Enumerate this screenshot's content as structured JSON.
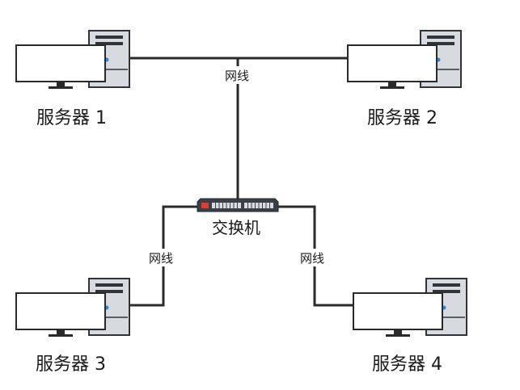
{
  "servers": [
    {
      "label": "服务器 1"
    },
    {
      "label": "服务器 2"
    },
    {
      "label": "服务器 3"
    },
    {
      "label": "服务器 4"
    }
  ],
  "switch": {
    "label": "交换机"
  },
  "cables": [
    {
      "label": "网线"
    },
    {
      "label": "网线"
    },
    {
      "label": "网线"
    }
  ],
  "colors": {
    "cable": "#2b2b2b",
    "monitor_border": "#2a2a2a",
    "tower_body": "#d7dbe0",
    "tower_border": "#30343a",
    "power_led": "#2f86d6",
    "switch_body": "#3b4048",
    "switch_port": "#d9dce2",
    "switch_indicator": "#e23c2c"
  }
}
